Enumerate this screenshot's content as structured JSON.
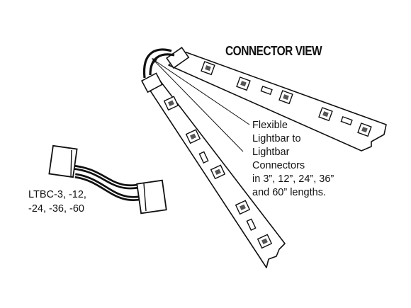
{
  "diagram": {
    "title": "CONNECTOR VIEW",
    "callout_lines": [
      "Flexible",
      "Lightbar to",
      "Lightbar",
      "Connectors",
      "in 3”, 12”, 24”, 36”",
      "and 60” lengths."
    ],
    "part_lines": [
      "LTBC-3, -12,",
      "-24, -36, -60"
    ]
  }
}
